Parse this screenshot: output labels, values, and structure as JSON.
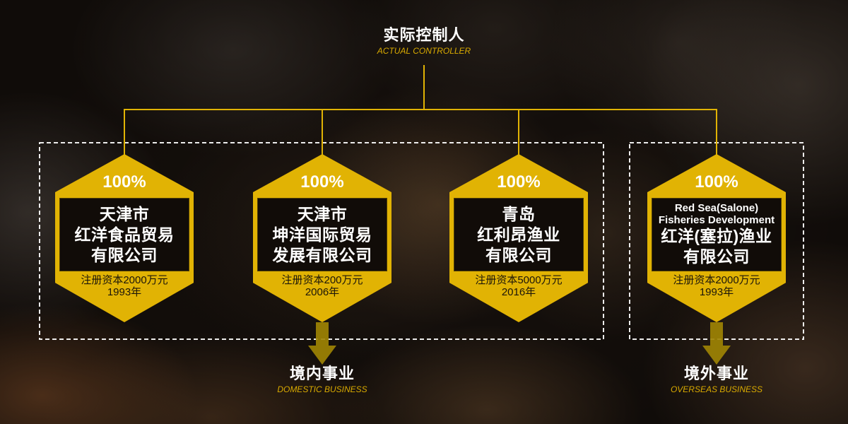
{
  "controller": {
    "title": "实际控制人",
    "subtitle": "ACTUAL CONTROLLER"
  },
  "companies": [
    {
      "stake": "100%",
      "name_lines": [
        "天津市",
        "红洋食品贸易",
        "有限公司"
      ],
      "capital": "注册资本2000万元",
      "year": "1993年"
    },
    {
      "stake": "100%",
      "name_lines": [
        "天津市",
        "坤洋国际贸易",
        "发展有限公司"
      ],
      "capital": "注册资本200万元",
      "year": "2006年"
    },
    {
      "stake": "100%",
      "name_lines": [
        "青岛",
        "红利昂渔业",
        "有限公司"
      ],
      "capital": "注册资本5000万元",
      "year": "2016年"
    },
    {
      "stake": "100%",
      "name_en_lines": [
        "Red Sea(Salone)",
        "Fisheries Development"
      ],
      "name_lines": [
        "红洋(塞拉)渔业",
        "有限公司"
      ],
      "capital": "注册资本2000万元",
      "year": "1993年"
    }
  ],
  "groups": {
    "domestic": {
      "title": "境内事业",
      "subtitle": "DOMESTIC BUSINESS"
    },
    "overseas": {
      "title": "境外事业",
      "subtitle": "OVERSEAS BUSINESS"
    }
  },
  "colors": {
    "gold": "#e1b304",
    "accent": "#d9aa00",
    "arrow": "#9e8304",
    "box": "#110c08",
    "frame": "#ffffff"
  }
}
